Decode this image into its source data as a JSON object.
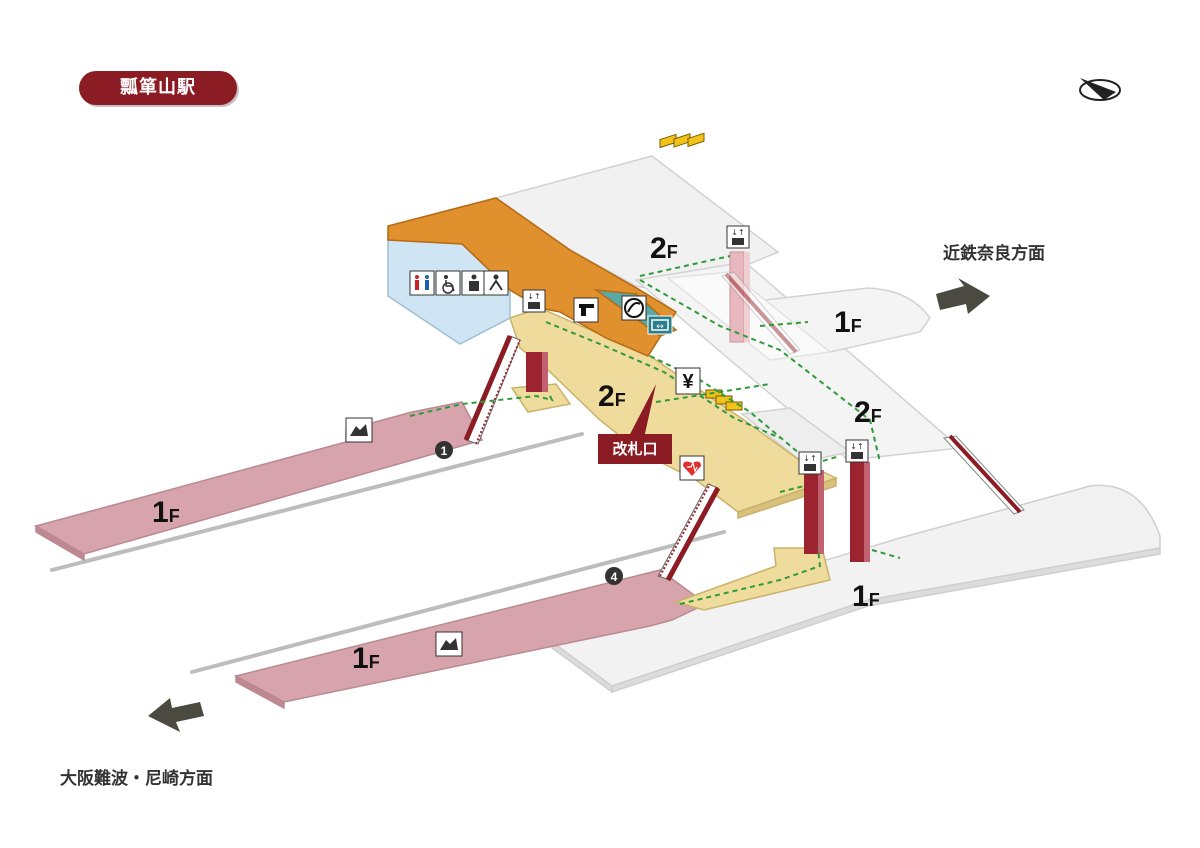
{
  "station_name": "瓢箪山駅",
  "directions": {
    "east": "近鉄奈良方面",
    "west": "大阪難波・尼崎方面"
  },
  "ticket_gate": "改札口",
  "floor_labels": [
    {
      "num": "2",
      "unit": "F"
    },
    {
      "num": "2",
      "unit": "F"
    },
    {
      "num": "2",
      "unit": "F"
    },
    {
      "num": "1",
      "unit": "F"
    },
    {
      "num": "1",
      "unit": "F"
    },
    {
      "num": "1",
      "unit": "F"
    },
    {
      "num": "1",
      "unit": "F"
    }
  ],
  "platform_numbers": [
    "1",
    "4"
  ],
  "yen_symbol": "¥",
  "colors": {
    "brand": "#8c1c24",
    "concourse": "#efdc9c",
    "platform": "#d9a8b0",
    "shops": "#e0902c",
    "toilets": "#cde4f2",
    "ticket_machines": "#f1c21a",
    "route": "#2f9a3a",
    "structure": "#f2f2f2"
  },
  "icons": [
    "compass-icon",
    "restroom-icon",
    "wheelchair-icon",
    "ostomate-icon",
    "baby-care-icon",
    "elevator-icon",
    "telephone-icon",
    "info-icon",
    "fare-adjust-icon",
    "ticket-machine-icon",
    "aed-icon",
    "bench-icon",
    "direction-arrow-icon"
  ]
}
